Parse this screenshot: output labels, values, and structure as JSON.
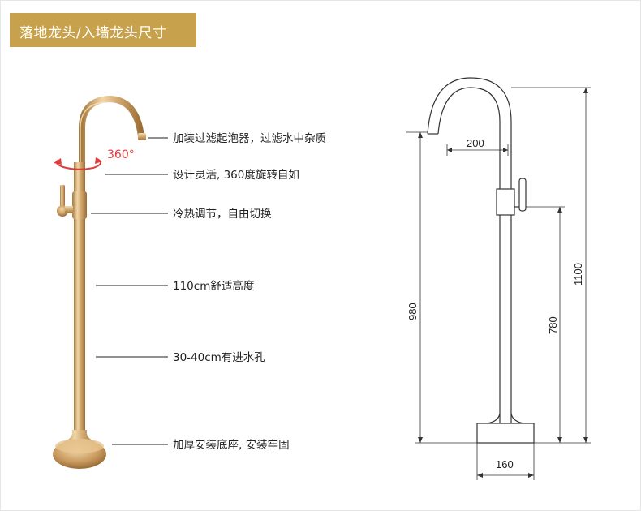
{
  "header": {
    "title": "落地龙头/入墙龙头尺寸"
  },
  "rotation_label": "360°",
  "annotations": [
    "加装过滤起泡器，过滤水中杂质",
    "设计灵活, 360度旋转自如",
    "冷热调节，自由切换",
    "110cm舒适高度",
    "30-40cm有进水孔",
    "加厚安装底座, 安装牢固"
  ],
  "dimensions": {
    "spout": "200",
    "total_height": "1100",
    "spout_height": "980",
    "handle_height": "780",
    "base_width": "160"
  },
  "colors": {
    "accent": "#c7a14b",
    "gold": "#d2a971",
    "rotation_arrow": "#e23b3b",
    "line": "#222222"
  }
}
